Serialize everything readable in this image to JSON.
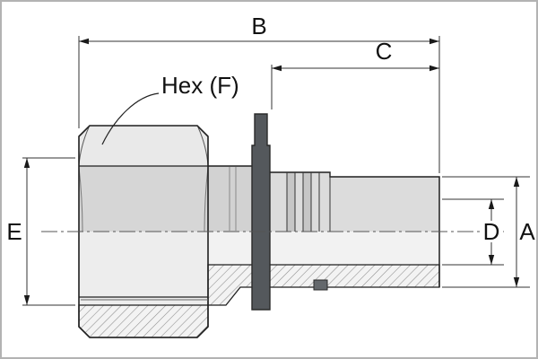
{
  "drawing": {
    "part_label": "Hex (F)",
    "dimensions": {
      "a": "A",
      "b": "B",
      "c": "C",
      "d": "D",
      "e": "E"
    },
    "colors": {
      "outline": "#1f1f1f",
      "dim_line": "#333333",
      "metal": "#d6d6d6",
      "metal_light": "#e9e9e9",
      "bore_light": "#f2f2f2",
      "seal": "#54585c",
      "seal_groove": "#64686c",
      "hatch_line": "#8c8c8c",
      "border": "#b3b3b3"
    }
  }
}
